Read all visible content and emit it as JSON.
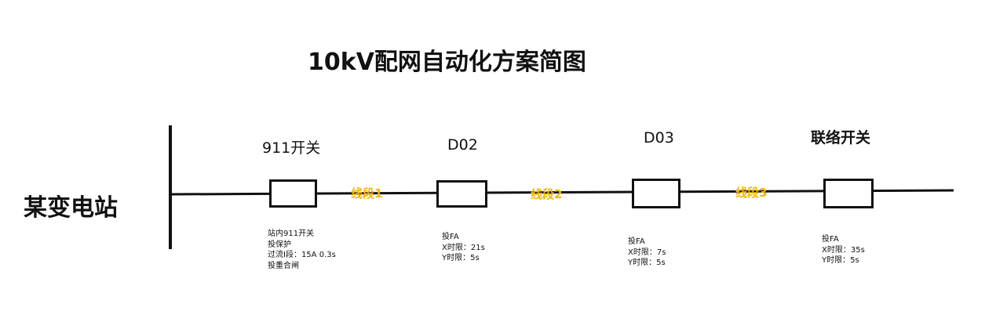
{
  "title": "10kV配网自动化方案简图",
  "station": "某变电站",
  "nodes": [
    {
      "label": "911开关",
      "notes": [
        "站内911开关",
        "投保护",
        "过流Ⅰ段：15A 0.3s",
        "投重合闸"
      ]
    },
    {
      "label": "D02",
      "notes": [
        "投FA",
        "X时限：21s",
        "Y时限：5s"
      ]
    },
    {
      "label": "D03",
      "notes": [
        "投FA",
        "X时限：7s",
        "Y时限：5s"
      ]
    },
    {
      "label": "联络开关",
      "notes": [
        "投FA",
        "X时限：35s",
        "Y时限：5s"
      ]
    }
  ],
  "segments": [
    "线段1",
    "线段2",
    "线段3"
  ],
  "colors": {
    "segment": "#f2b600",
    "line": "#111111"
  }
}
